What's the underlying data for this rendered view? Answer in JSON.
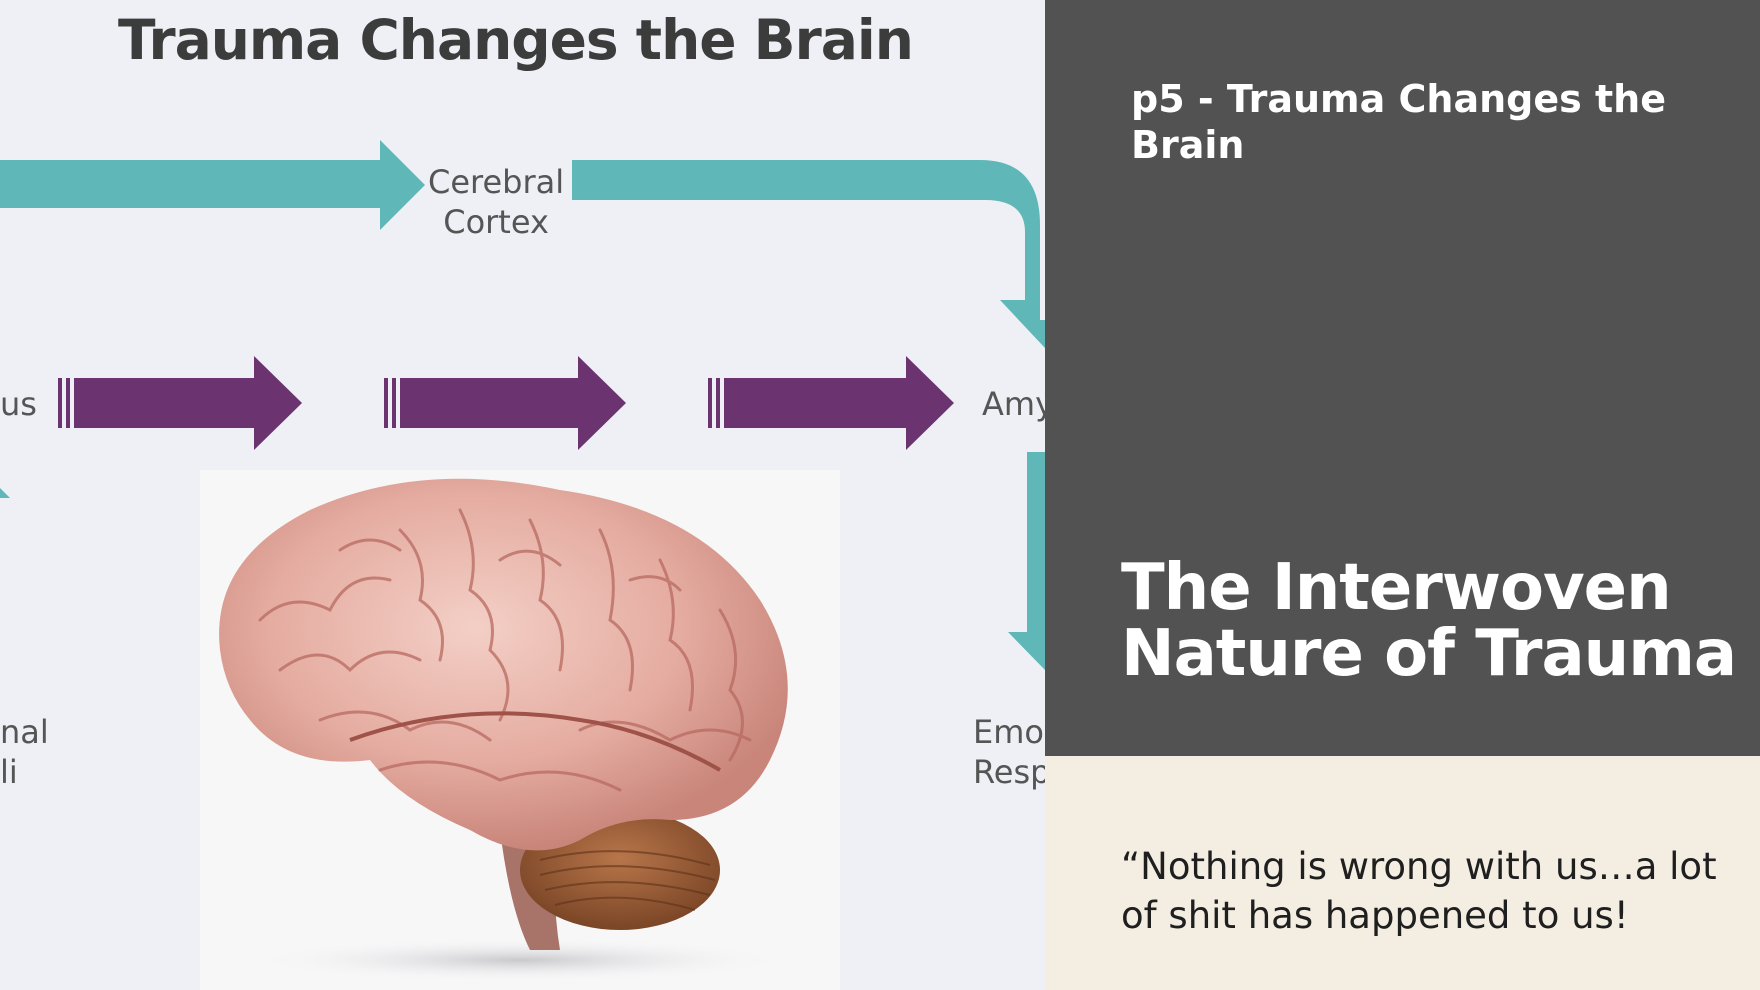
{
  "slide": {
    "title": "Trauma Changes the Brain",
    "labels": {
      "cerebral_cortex": "Cerebral\nCortex",
      "left_partial_top": "us",
      "amygdala_partial": "Amy",
      "left_partial_bottom": "nal\nli",
      "emotional_partial": "Emo\nResp"
    }
  },
  "panel": {
    "page_label": "p5 - Trauma Changes the Brain",
    "heading": "The Interwoven Nature of Trauma",
    "quote": "“Nothing is wrong with us…a lot of shit has happened to us!"
  },
  "colors": {
    "teal_arrow": "#5fb7b7",
    "purple_arrow": "#6b3470",
    "dark_panel": "#525252",
    "quote_panel": "#f4eee2"
  },
  "icons": [
    "brain-image"
  ]
}
